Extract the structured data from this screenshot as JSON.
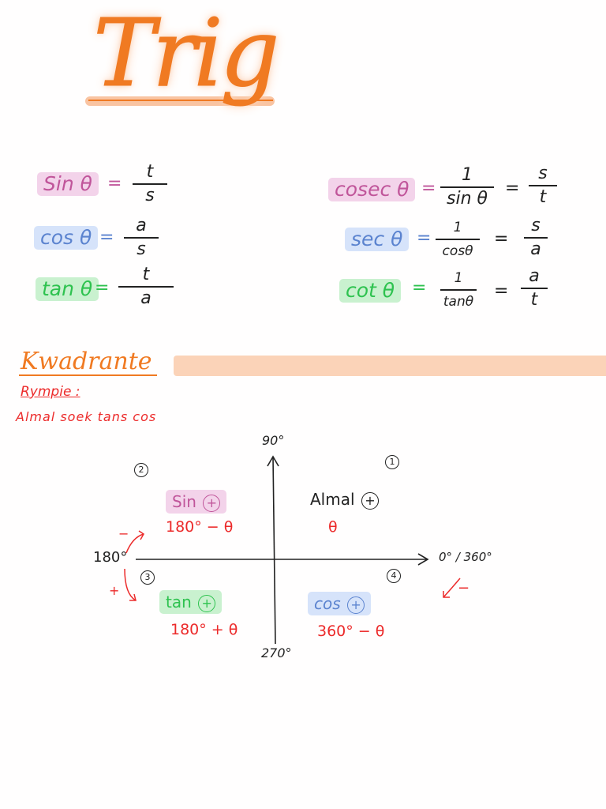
{
  "title": "Trig",
  "ratios": {
    "sin": {
      "label": "Sin θ",
      "num": "t",
      "den": "s"
    },
    "cos": {
      "label": "cos θ",
      "num": "a",
      "den": "s"
    },
    "tan": {
      "label": "tan θ",
      "num": "t",
      "den": "a"
    },
    "cosec": {
      "label": "cosec θ",
      "num1": "1",
      "den1": "sin θ",
      "num2": "s",
      "den2": "t"
    },
    "sec": {
      "label": "sec θ",
      "num1": "1",
      "den1": "cosθ",
      "num2": "s",
      "den2": "a"
    },
    "cot": {
      "label": "cot θ",
      "num1": "1",
      "den1": "tanθ",
      "num2": "a",
      "den2": "t"
    },
    "equals": "="
  },
  "section": {
    "heading": "Kwadrante",
    "rympie_label": "Rympie :",
    "rympie_text": "Almal soek tans cos"
  },
  "quadrants": {
    "axis_top": "90°",
    "axis_left": "180°",
    "axis_right": "0° / 360°",
    "axis_bottom": "270°",
    "q1": {
      "num": "1",
      "label": "Almal",
      "formula": "θ"
    },
    "q2": {
      "num": "2",
      "label": "Sin",
      "formula": "180° − θ"
    },
    "q3": {
      "num": "3",
      "label": "tan",
      "formula": "180° + θ"
    },
    "q4": {
      "num": "4",
      "label": "cos",
      "formula": "360° − θ"
    },
    "plus": "+",
    "arrow_left_top": "−",
    "arrow_left_bottom": "+",
    "arrow_right": "−"
  },
  "colors": {
    "orange": "#f07a22",
    "pink_bg": "#f3d3ea",
    "pink_text": "#c0559a",
    "blue_bg": "#d6e3fa",
    "blue_text": "#5b83cf",
    "green_bg": "#c9f1cf",
    "green_text": "#2ec24f",
    "red": "#ec2a2a"
  }
}
